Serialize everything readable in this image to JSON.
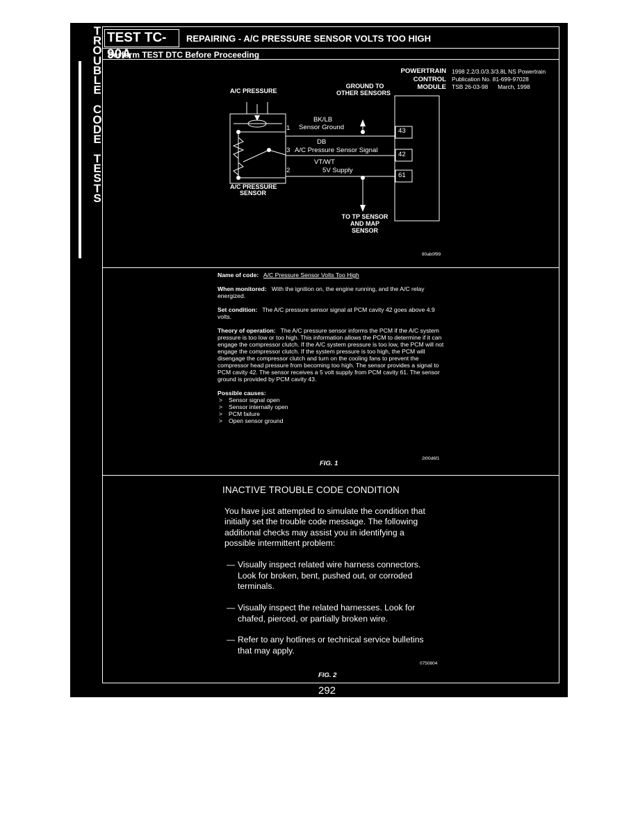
{
  "sidebar": {
    "letters": [
      "T",
      "R",
      "O",
      "U",
      "B",
      "L",
      "E",
      "",
      "C",
      "O",
      "D",
      "E",
      "",
      "T",
      "E",
      "S",
      "T",
      "S"
    ]
  },
  "header": {
    "test_id": "TEST TC-90A",
    "title": "REPAIRING - A/C PRESSURE SENSOR VOLTS TOO HIGH",
    "subtitle": "Perform TEST DTC Before Proceeding"
  },
  "publication": {
    "line1": "1998 2.2/3.0/3.3/3.8L NS Powertrain",
    "line2": "Publication No. 81-699-97028",
    "line3": "TSB 26-03-98      March, 1998"
  },
  "diagram": {
    "pcm_label": [
      "POWERTRAIN",
      "CONTROL",
      "MODULE"
    ],
    "ground_label": [
      "GROUND TO",
      "OTHER SENSORS"
    ],
    "ac_pressure_top": "A/C PRESSURE",
    "sensor_label": [
      "A/C PRESSURE",
      "SENSOR"
    ],
    "tp_label": [
      "TO TP SENSOR",
      "AND MAP",
      "SENSOR"
    ],
    "wires": [
      {
        "pin": "1",
        "color": "BK/LB",
        "name": "Sensor Ground",
        "cavity": "43"
      },
      {
        "pin": "3",
        "color": "DB",
        "name": "A/C Pressure Sensor Signal",
        "cavity": "42"
      },
      {
        "pin": "2",
        "color": "VT/WT",
        "name": "5V Supply",
        "cavity": "61"
      }
    ],
    "figure_code": "80ab0f99"
  },
  "fig1": {
    "name_label": "Name of code:",
    "name_value": "A/C Pressure Sensor Volts Too High",
    "monitored_label": "When monitored:",
    "monitored_value": "With the ignition on, the engine running, and the A/C relay energized.",
    "set_label": "Set condition:",
    "set_value": "The A/C pressure sensor signal at PCM cavity 42 goes above 4.9 volts.",
    "theory_label": "Theory of operation:",
    "theory_value": "The A/C pressure sensor informs the PCM if the A/C system pressure is too low or too high. This information allows the PCM to determine if it can engage the compressor clutch. If the A/C system pressure is too low, the PCM will not engage the compressor clutch. If the system pressure is too high, the PCM will disengage the compressor clutch and turn on the cooling fans to prevent the compressor head pressure from becoming too high. The sensor provides a signal to PCM cavity 42. The sensor receives a 5 volt supply from PCM cavity 61. The sensor ground is provided by PCM cavity 43.",
    "causes_label": "Possible causes:",
    "causes": [
      "Sensor signal open",
      "Sensor internally open",
      "PCM failure",
      "Open sensor ground"
    ],
    "caption": "FIG. 1",
    "code": "2t00d6f1"
  },
  "fig2": {
    "title": "INACTIVE TROUBLE CODE CONDITION",
    "intro": "You have just attempted to simulate the condition that initially set the trouble code message. The following additional checks may assist you in identifying a possible intermittent problem:",
    "bullets": [
      "Visually inspect related wire harness connectors. Look for broken, bent, pushed out, or corroded terminals.",
      "Visually inspect the related harnesses. Look for chafed, pierced, or partially broken wire.",
      "Refer to any hotlines or technical service bulletins that may apply."
    ],
    "dash": "—",
    "caption": "FIG. 2",
    "code": "0750804"
  },
  "page_number": "292"
}
